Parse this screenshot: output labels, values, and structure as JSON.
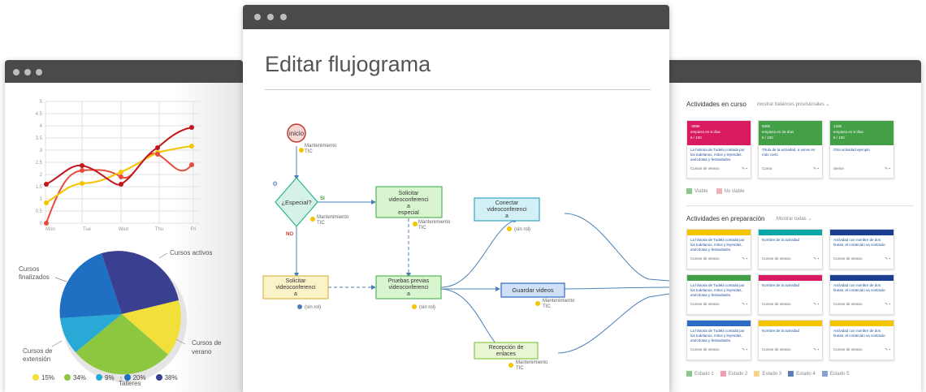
{
  "left_window": {
    "line_chart": {
      "y_ticks": [
        "5",
        "4.5",
        "4",
        "3.5",
        "3",
        "2.5",
        "2",
        "1.5",
        "1",
        "0.5",
        "0"
      ],
      "x_ticks": [
        "Mon",
        "Tue",
        "Wed",
        "Thu",
        "Fri"
      ]
    },
    "pie": {
      "labels": {
        "activos": "Cursos activos",
        "finalizados_1": "Cursos",
        "finalizados_2": "finalizados",
        "extension_1": "Cursos de",
        "extension_2": "extensión",
        "verano_1": "Cursos de",
        "verano_2": "verano",
        "talleres": "Talleres"
      },
      "legend": [
        "15%",
        "34%",
        "9%",
        "20%",
        "38%"
      ]
    }
  },
  "center_window": {
    "title": "Editar flujograma",
    "nodes": {
      "inicio": "inicio",
      "especial": "¿Especial?",
      "si": "SI",
      "no": "NO",
      "solicitar_especial": [
        "Solicitar",
        "videoconferenci",
        "a",
        "especial"
      ],
      "solicitar": [
        "Solicitar",
        "videoconferenci",
        "a"
      ],
      "pruebas": [
        "Pruebas previas",
        "videoconferenci",
        "a"
      ],
      "conectar": [
        "Conectar",
        "videoconferenci",
        "a"
      ],
      "guardar": "Guardar videos",
      "recepcion": [
        "Recepción de",
        "enlaces"
      ]
    },
    "roles": {
      "mant": "Mantenimiento",
      "tic": "TIC",
      "sin_rol": "(sin rol)"
    }
  },
  "right_window": {
    "en_curso": {
      "title": "Actividades en curso",
      "filter": "mostrar balances provisionales",
      "cards": [
        {
          "stat1": "-395€",
          "stat2": "empieza en 6 días",
          "stat3": "6 / 100",
          "text": "La historia de Tudela contada por los tudelanos, mitos y leyendas, anécdotas y festividades.",
          "tag": "Cursos de verano"
        },
        {
          "stat1": "500€",
          "stat2": "empieza en 26 días",
          "stat3": "6 / 100",
          "text": "Título de la actividad, a veces es más corto",
          "tag": "Coma"
        },
        {
          "stat1": "120€",
          "stat2": "empieza en 6 días",
          "stat3": "6 / 100",
          "text": "Otra actividad ejemplo",
          "tag": "Senior"
        }
      ],
      "legend": [
        "Viable",
        "No viable"
      ]
    },
    "en_preparacion": {
      "title": "Actividades en preparación",
      "filter": "Mostrar todas",
      "cards": [
        {
          "text": "La historia de Tudela contada por los tudelanos, mitos y leyendas, anécdotas y festividades.",
          "tag": "Cursos de verano"
        },
        {
          "text": "Nombre de la actividad",
          "tag": "Cursos de verano"
        },
        {
          "text": "Actividad con nombre de dos líneas, el contenido va centrado",
          "tag": "Cursos de verano"
        },
        {
          "text": "La historia de Tudela contada por los tudelanos, mitos y leyendas, anécdotas y festividades.",
          "tag": "Cursos de verano"
        },
        {
          "text": "Nombre de la actividad",
          "tag": "Cursos de verano"
        },
        {
          "text": "Actividad con nombre de dos líneas, el contenido va centrado",
          "tag": "Cursos de verano"
        },
        {
          "text": "La historia de Tudela contada por los tudelanos, mitos y leyendas, anécdotas y festividades.",
          "tag": "Cursos de verano"
        },
        {
          "text": "Nombre de la actividad",
          "tag": "Cursos de verano"
        },
        {
          "text": "Actividad con nombre de dos líneas, el contenido va centrado",
          "tag": "Cursos de verano"
        }
      ],
      "legend": [
        "Estado 1",
        "Estado 2",
        "Estado 3",
        "Estado 4",
        "Estado 5"
      ]
    }
  }
}
